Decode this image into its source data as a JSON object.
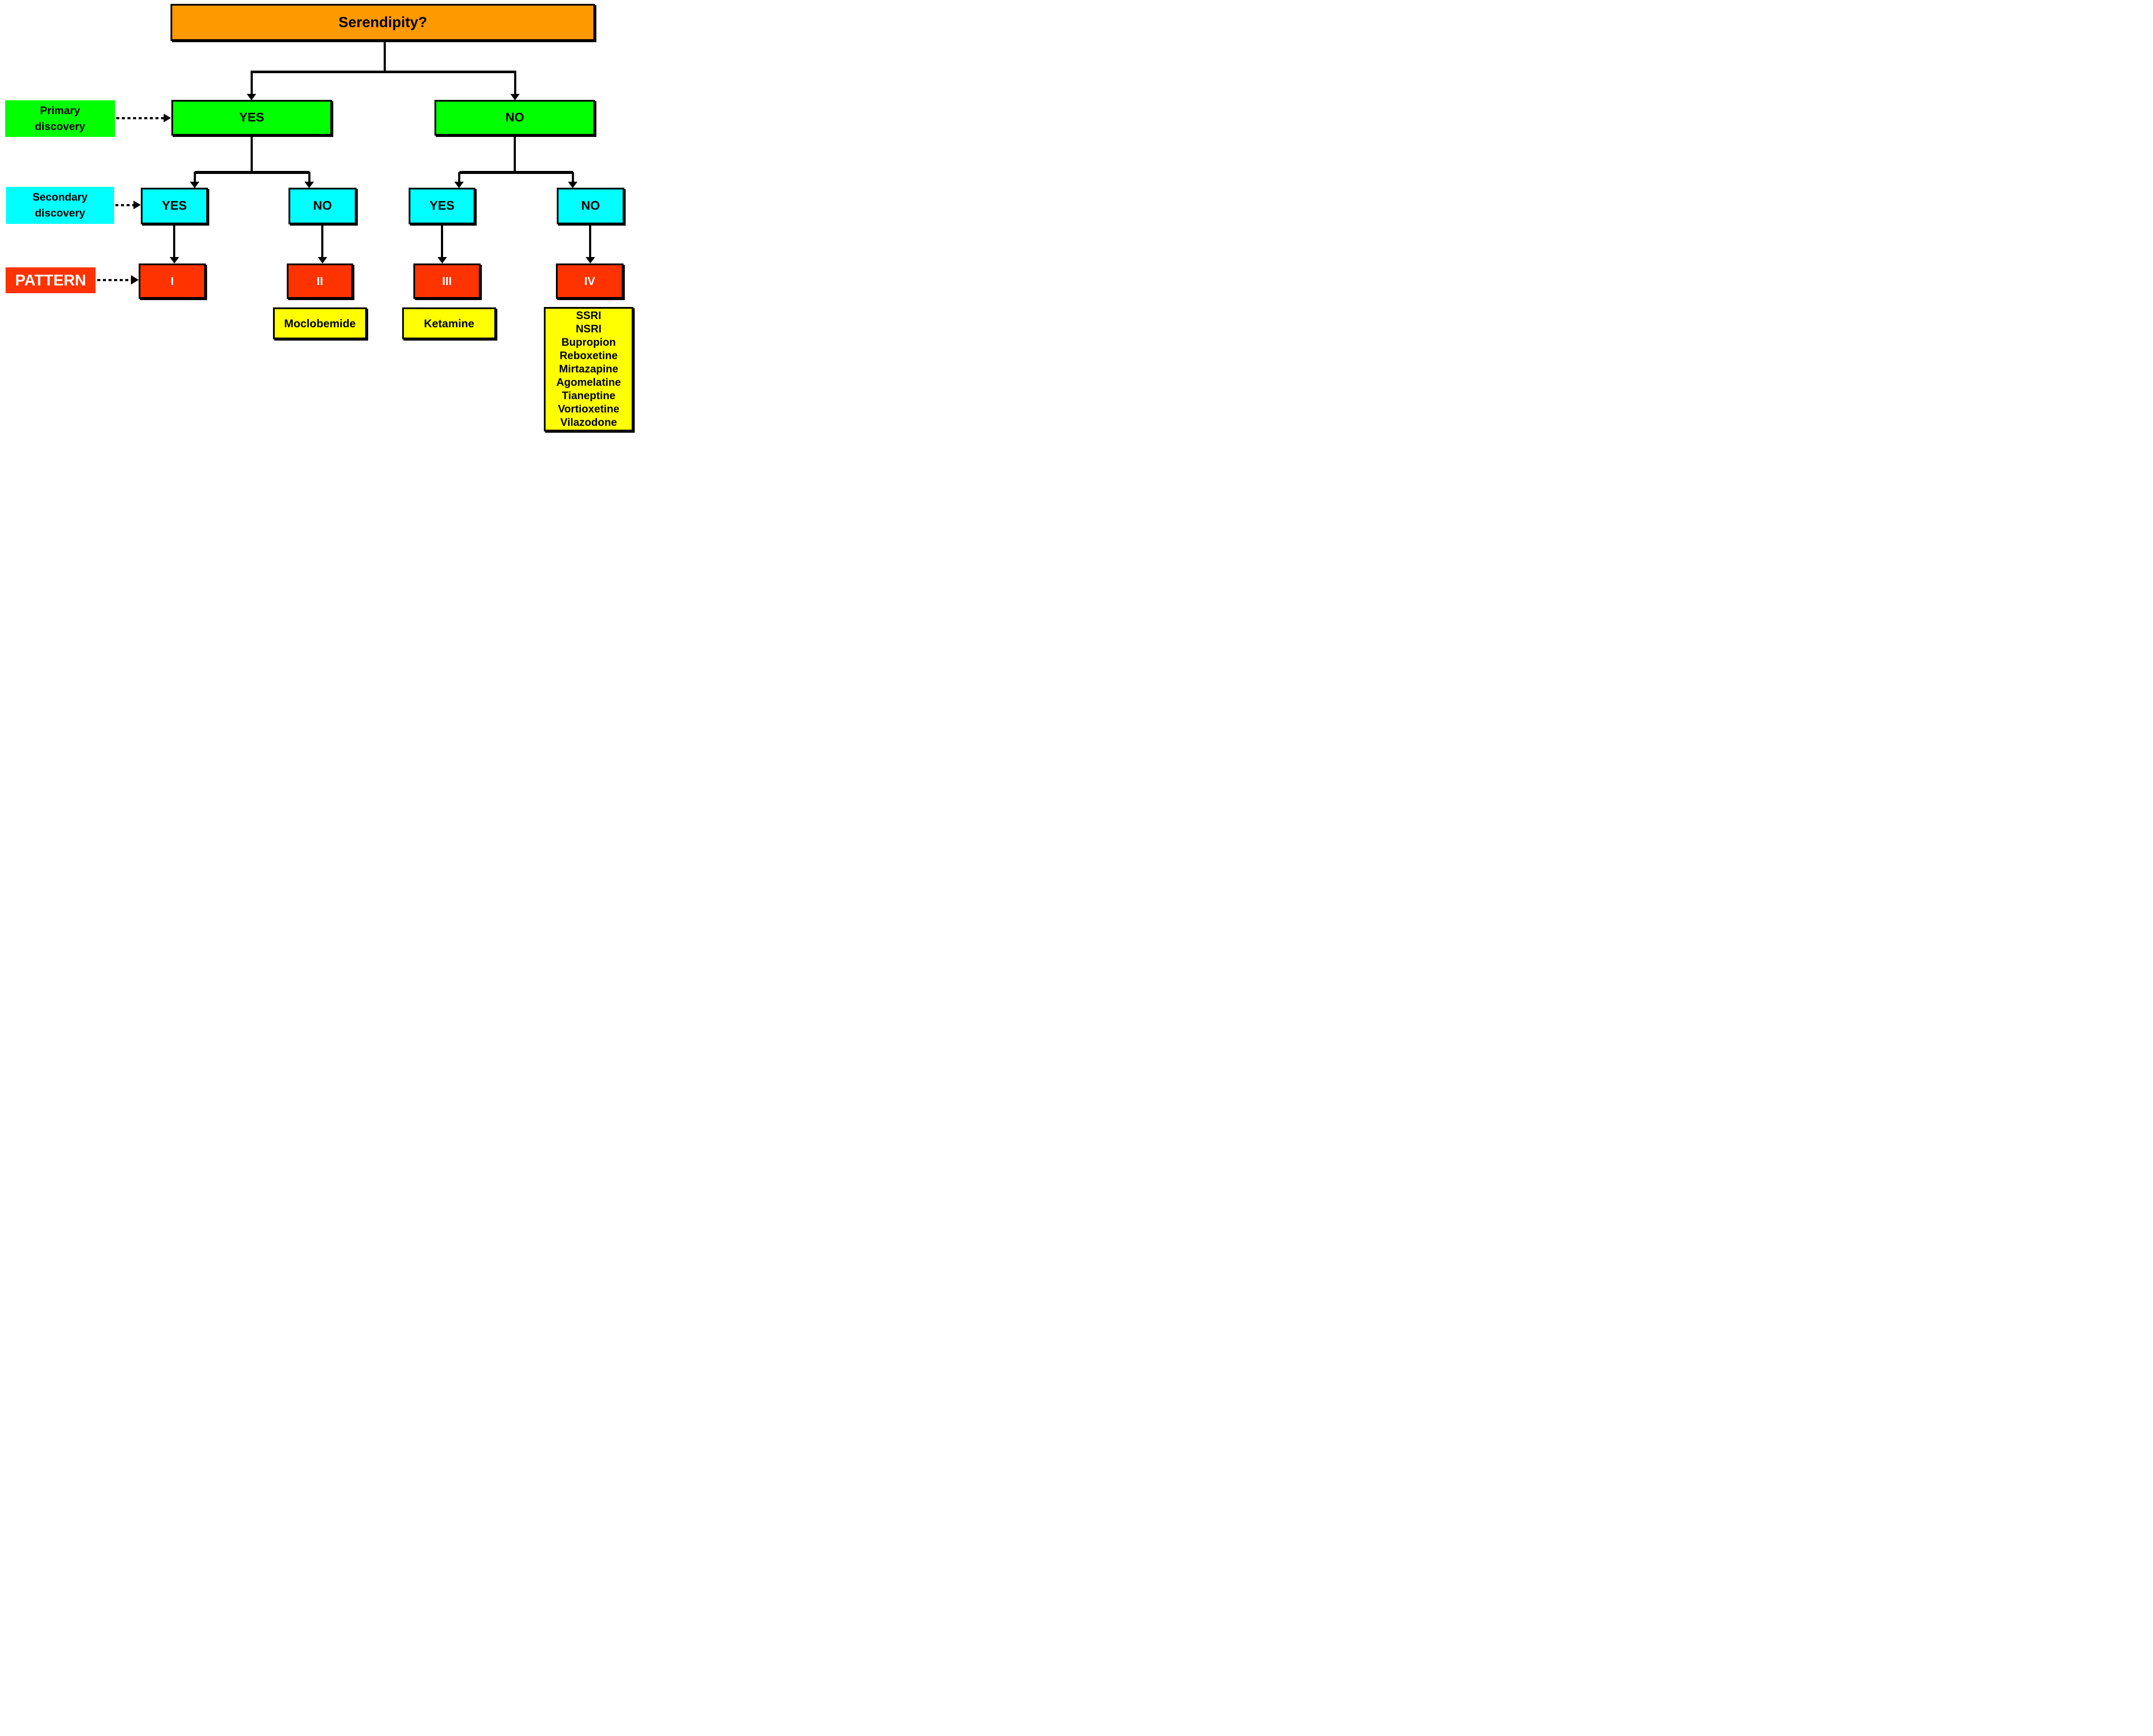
{
  "diagram": {
    "title": "Serendipity?",
    "legend": {
      "primary": {
        "line1": "Primary",
        "line2": "discovery"
      },
      "secondary": {
        "line1": "Secondary",
        "line2": "discovery"
      },
      "pattern": {
        "label": "PATTERN"
      }
    },
    "level1": [
      {
        "label": "YES"
      },
      {
        "label": "NO"
      }
    ],
    "level2": [
      {
        "label": "YES"
      },
      {
        "label": "NO"
      },
      {
        "label": "YES"
      },
      {
        "label": "NO"
      }
    ],
    "patterns": [
      {
        "label": "I"
      },
      {
        "label": "II"
      },
      {
        "label": "III"
      },
      {
        "label": "IV"
      }
    ],
    "drugs": {
      "pattern2": [
        "Moclobemide"
      ],
      "pattern3": [
        "Ketamine"
      ],
      "pattern4": [
        "SSRI",
        "NSRI",
        "Bupropion",
        "Reboxetine",
        "Mirtazapine",
        "Agomelatine",
        "Tianeptine",
        "Vortioxetine",
        "Vilazodone"
      ]
    },
    "colors": {
      "title_fill": "#FF9900",
      "primary_fill": "#00FF00",
      "secondary_fill": "#00FFFF",
      "pattern_fill": "#FF3300",
      "drug_fill": "#FFFF00",
      "line": "#000000",
      "text": "#000000",
      "pattern_text": "#FFFFFF"
    }
  }
}
